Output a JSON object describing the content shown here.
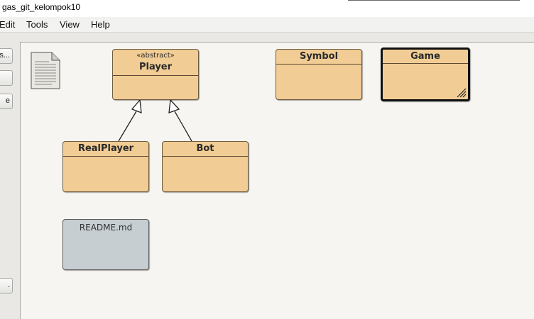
{
  "window": {
    "title": "gas_git_kelompok10"
  },
  "menubar": {
    "items": [
      {
        "label": "Edit"
      },
      {
        "label": "Tools"
      },
      {
        "label": "View"
      },
      {
        "label": "Help"
      }
    ]
  },
  "side_toolbar": {
    "buttons": [
      {
        "label": "s..."
      },
      {
        "label": ""
      },
      {
        "label": "e"
      },
      {
        "label": "."
      }
    ]
  },
  "diagram": {
    "classes": [
      {
        "name": "Player",
        "stereotype": "«abstract»"
      },
      {
        "name": "Symbol"
      },
      {
        "name": "Game",
        "selected": true
      },
      {
        "name": "RealPlayer"
      },
      {
        "name": "Bot"
      }
    ],
    "readme": {
      "label": "README.md"
    },
    "relations": [
      {
        "from": "RealPlayer",
        "to": "Player",
        "kind": "extends"
      },
      {
        "from": "Bot",
        "to": "Player",
        "kind": "extends"
      }
    ]
  },
  "colors": {
    "class_fill": "#f1cc94",
    "readme_fill": "#c6ced2",
    "canvas": "#f6f5f1"
  }
}
